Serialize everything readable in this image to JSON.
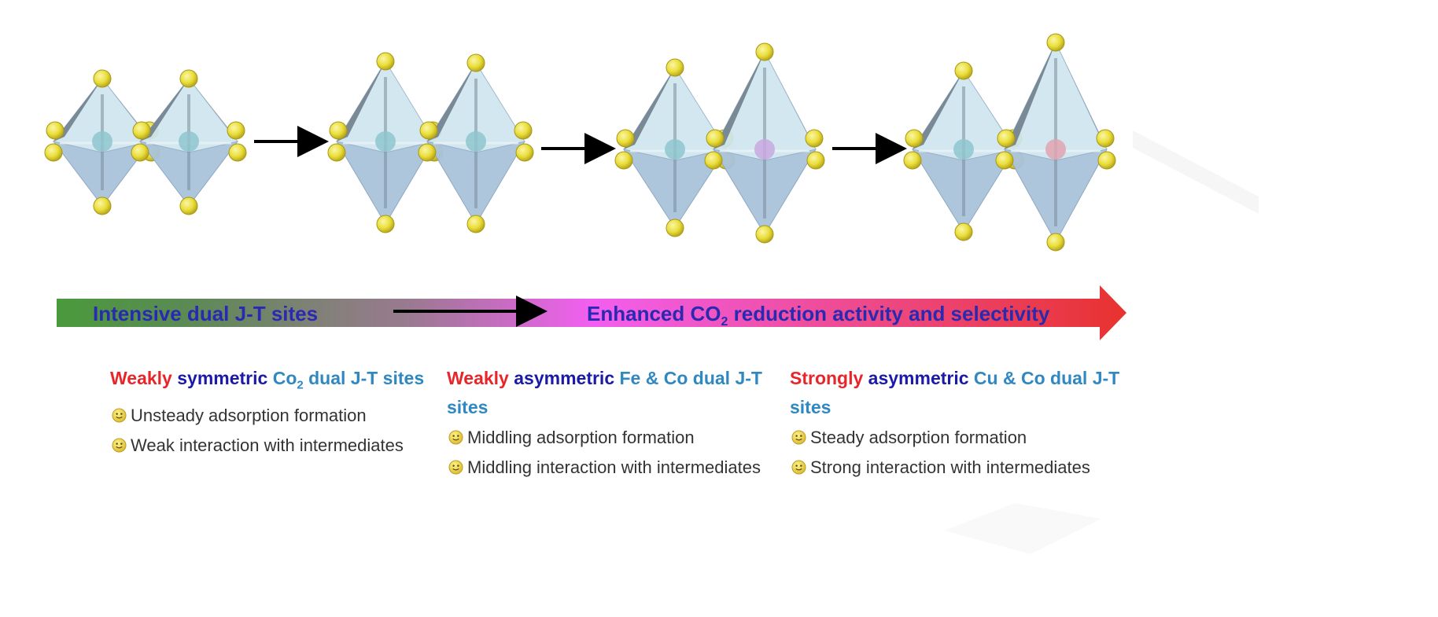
{
  "banner": {
    "left_text": "Intensive dual J-T sites",
    "right_text_before": "Enhanced CO",
    "right_text_sub": "2",
    "right_text_after": " reduction activity and selectivity",
    "colors": {
      "green": "#4a9a3c",
      "pink": "#f25ff0",
      "red": "#e8322e",
      "text": "#2a2ab0"
    }
  },
  "columns": [
    {
      "title": [
        {
          "text": "Weakly ",
          "color": "red"
        },
        {
          "text": "symmetric ",
          "color": "blue"
        },
        {
          "text": "Co",
          "color": "teal"
        },
        {
          "text": "2",
          "color": "teal",
          "sub": true
        },
        {
          "text": " dual J-T sites",
          "color": "teal"
        }
      ],
      "bullets": [
        "Unsteady adsorption formation",
        "Weak interaction with intermediates"
      ]
    },
    {
      "title": [
        {
          "text": "Weakly ",
          "color": "red"
        },
        {
          "text": "asymmetric ",
          "color": "blue"
        },
        {
          "text": "Fe & Co dual J-T sites",
          "color": "teal"
        }
      ],
      "bullets": [
        "Middling adsorption formation",
        "Middling interaction with intermediates"
      ]
    },
    {
      "title": [
        {
          "text": "Strongly ",
          "color": "red"
        },
        {
          "text": "asymmetric ",
          "color": "blue"
        },
        {
          "text": "Cu & Co dual J-T sites",
          "color": "teal"
        }
      ],
      "bullets": [
        "Steady adsorption formation",
        "Strong interaction with intermediates"
      ]
    }
  ],
  "structures": [
    {
      "name": "co-co-pair",
      "right_center_color": "#8fc6cf"
    },
    {
      "name": "co-co-elongated-pair",
      "right_center_color": "#8fc6cf"
    },
    {
      "name": "fe-co-pair",
      "right_center_color": "#c9a8e0"
    },
    {
      "name": "cu-co-pair",
      "right_center_color": "#e0a3b0"
    }
  ]
}
